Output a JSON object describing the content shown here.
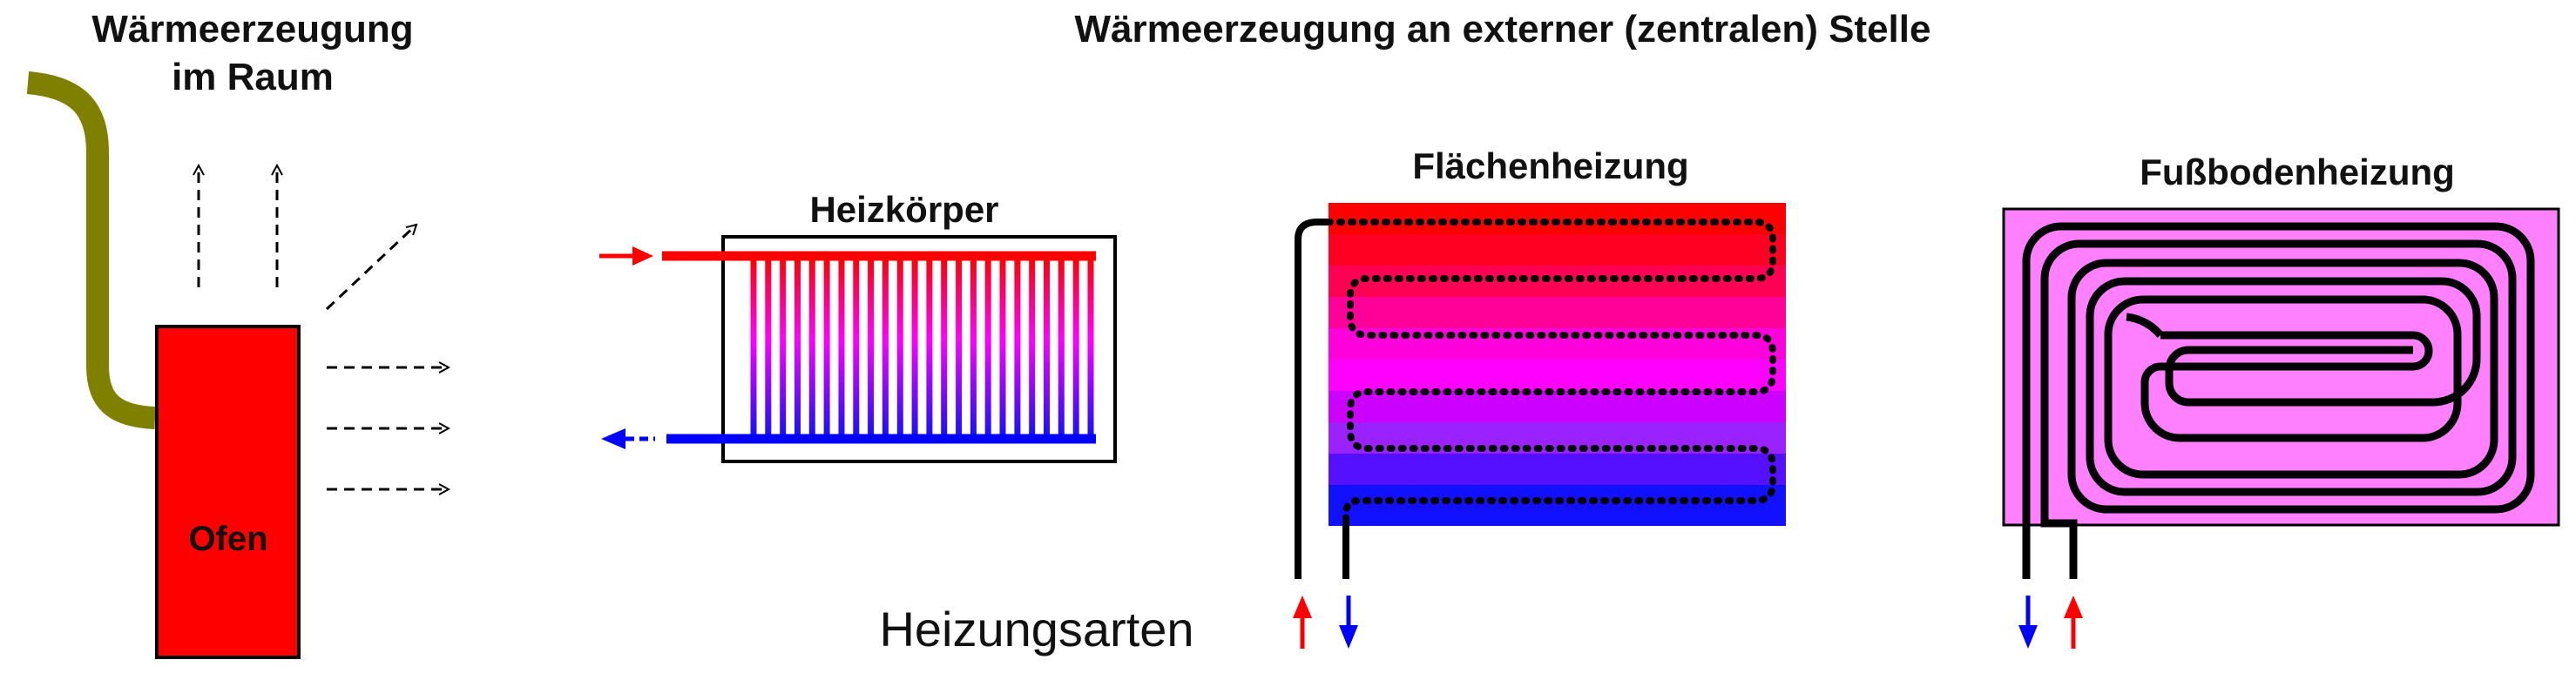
{
  "titles": {
    "room_line1": "Wärmeerzeugung",
    "room_line2": "im Raum",
    "external": "Wärmeerzeugung an externer (zentralen) Stelle"
  },
  "labels": {
    "oven": "Ofen",
    "radiator": "Heizkörper",
    "surface": "Flächenheizung",
    "floor": "Fußbodenheizung",
    "caption": "Heizungsarten"
  },
  "colors": {
    "oven": "#ff0000",
    "chimney": "#808000",
    "hot": "#ff0000",
    "cold": "#0000ff",
    "magenta": "#ff00ff",
    "floor_fill": "#ff80ff"
  },
  "icons": {
    "flow_in": "red-arrow-icon",
    "flow_out": "blue-arrow-icon",
    "heat": "dashed-arrow-icon"
  }
}
